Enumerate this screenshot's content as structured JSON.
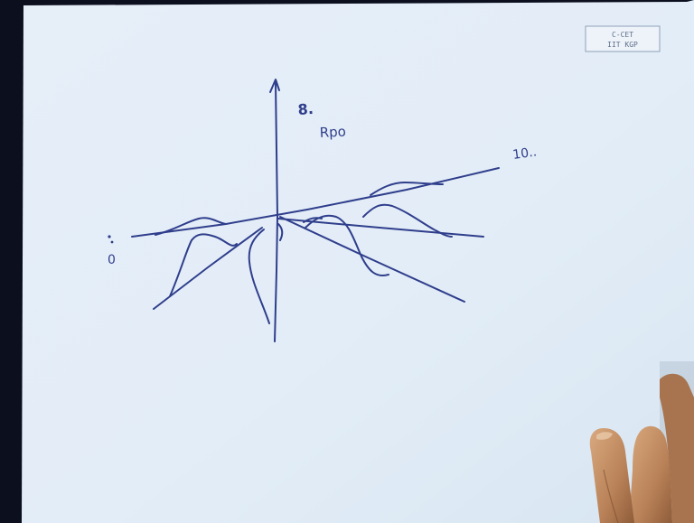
{
  "colors": {
    "ink": "#2f3e8c",
    "paper": "#e3edf7",
    "paper_edge": "#0b0f1e"
  },
  "sheet": {
    "logo_stamp_line1": "C-CET",
    "logo_stamp_line2": "IIT KGP"
  },
  "annotations": {
    "axis_label": "Rpo",
    "axis_symbol": "8.",
    "right_label": "10..",
    "left_label": "0"
  }
}
